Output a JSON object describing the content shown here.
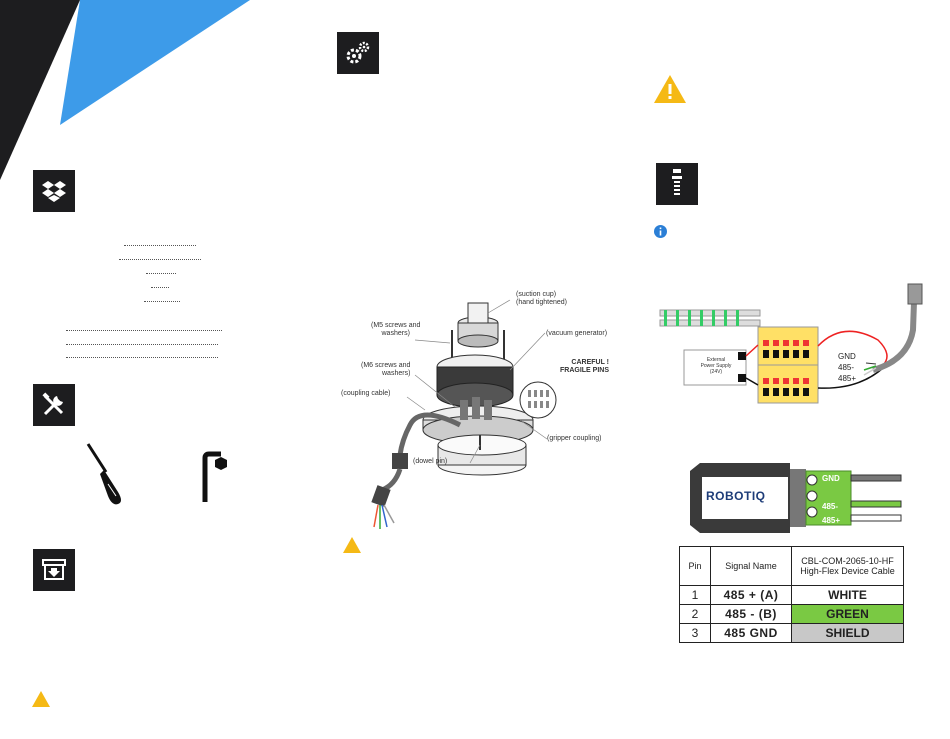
{
  "ui": {
    "colors": {
      "dark": "#1d1d1f",
      "accent_blue": "#3d9be9",
      "warning": "#f5b915",
      "info": "#2b7fd6",
      "green": "#7ac943",
      "shield_gray": "#c8c8c8"
    }
  },
  "icons": {
    "dropbox": "package-icon",
    "tools": "tools-icon",
    "install": "install-box-icon",
    "gears": "gears-icon",
    "warning": "warning-icon",
    "led": "status-light-icon",
    "info": "info-icon",
    "screwdriver": "screwdriver-icon",
    "hex_key": "hex-key-icon"
  },
  "assembly": {
    "callouts": {
      "suction_cup": "(suction cup)",
      "hand_tightened": "(hand tightened)",
      "vacuum_generator": "(vacuum generator)",
      "m5_screws": "(M5 screws and",
      "m5_washers": "washers)",
      "m6_screws": "(M6 screws and",
      "m6_washers": "washers)",
      "careful_1": "CAREFUL !",
      "careful_2": "FRAGILE PINS",
      "coupling_cable": "(coupling cable)",
      "gripper_coupling": "(gripper coupling)",
      "dowel_pin": "(dowel pin)"
    }
  },
  "wiring": {
    "power_label_1": "External",
    "power_label_2": "Power Supply",
    "power_label_3": "(24V)",
    "gnd": "GND",
    "minus": "485-",
    "plus": "485+"
  },
  "adapter": {
    "brand": "ROBOTIQ",
    "terminal_gnd": "GND",
    "terminal_minus": "485-",
    "terminal_plus": "485+"
  },
  "pin_table": {
    "headers": {
      "pin": "Pin",
      "signal": "Signal Name",
      "cable_1": "CBL-COM-2065-10-HF",
      "cable_2": "High-Flex Device Cable"
    },
    "rows": [
      {
        "pin": "1",
        "signal": "485 + (A)",
        "color": "WHITE"
      },
      {
        "pin": "2",
        "signal": "485 - (B)",
        "color": "GREEN"
      },
      {
        "pin": "3",
        "signal": "485 GND",
        "color": "SHIELD"
      }
    ]
  }
}
